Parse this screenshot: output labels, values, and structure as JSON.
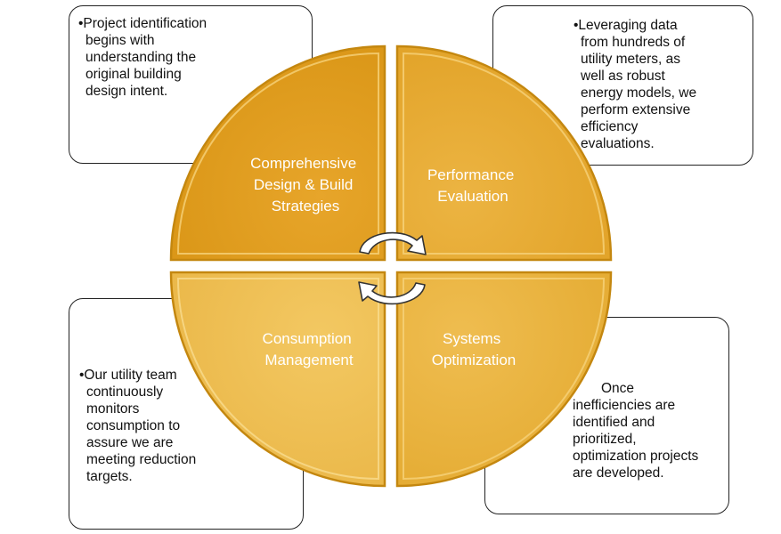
{
  "quadrants": {
    "top_left": {
      "lines": [
        "Comprehensive",
        "Design & Build",
        "Strategies"
      ],
      "color": "#dd9b1e"
    },
    "top_right": {
      "lines": [
        "Performance",
        "Evaluation"
      ],
      "color": "#e6aa2e"
    },
    "bottom_left": {
      "lines": [
        "Consumption",
        "Management"
      ],
      "color": "#efc04e"
    },
    "bottom_right": {
      "lines": [
        "Systems",
        "Optimization"
      ],
      "color": "#ebb43a"
    }
  },
  "notes": {
    "top_left": [
      "•Project identification",
      "begins with",
      "understanding the",
      "original building",
      "design intent."
    ],
    "top_right": [
      "•Leveraging data",
      "from hundreds of",
      "utility meters, as",
      "well as robust",
      "energy models, we",
      "perform extensive",
      "efficiency",
      "evaluations."
    ],
    "bottom_left": [
      "•Our utility team",
      "continuously",
      "monitors",
      "consumption to",
      "assure we are",
      "meeting reduction",
      "targets."
    ],
    "bottom_right": [
      "Once",
      "inefficiencies are",
      "identified and",
      "prioritized,",
      "optimization projects",
      "are developed."
    ]
  },
  "colors": {
    "border": "#c98a10",
    "arrow_fill": "#ffffff",
    "arrow_stroke": "#333333"
  },
  "icons": {
    "center": "circular-arrows-icon"
  }
}
